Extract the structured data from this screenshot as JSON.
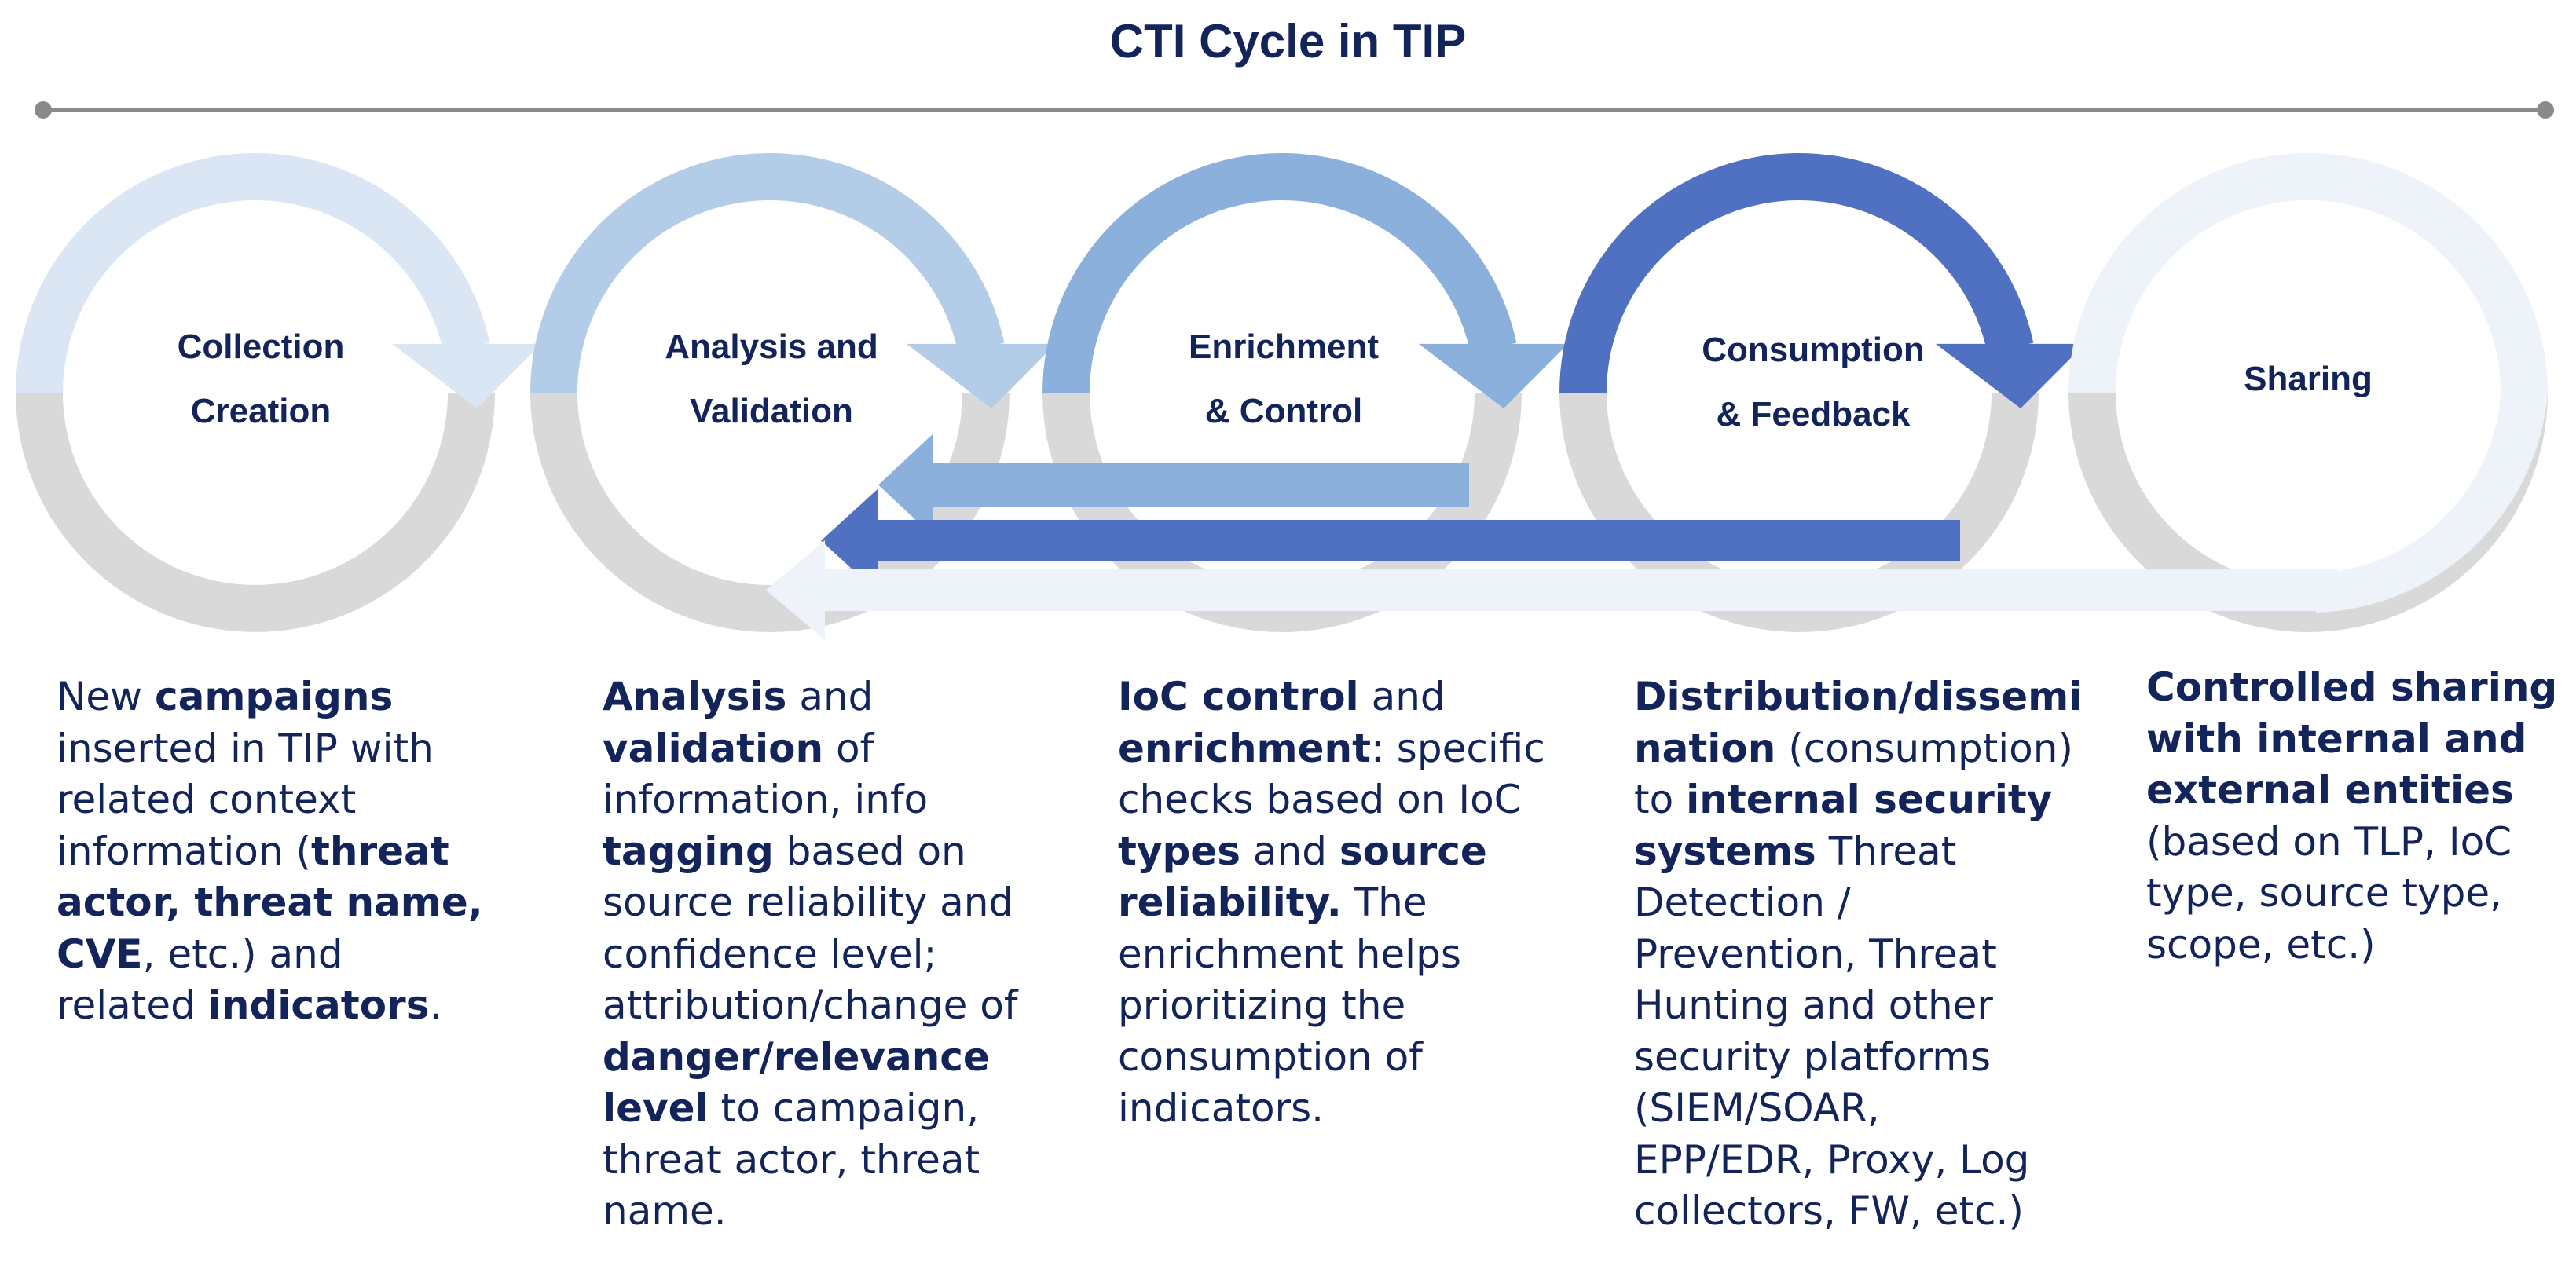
{
  "title": "CTI Cycle in TIP",
  "colors": {
    "text": "#12245a",
    "ring_back": "#d9d9d9",
    "timeline": "#8a8a8a",
    "stage1": "#dae6f4",
    "stage2": "#b3cde9",
    "stage3": "#8cb0dc",
    "stage4": "#5070c1",
    "stage5": "#eef3f9"
  },
  "stages": [
    {
      "label_line1": "Collection",
      "label_line2": "Creation"
    },
    {
      "label_line1": "Analysis and",
      "label_line2": "Validation"
    },
    {
      "label_line1": "Enrichment",
      "label_line2": "& Control"
    },
    {
      "label_line1": "Consumption",
      "label_line2": "& Feedback"
    },
    {
      "label_line1": "Sharing",
      "label_line2": ""
    }
  ],
  "feedback_arrows": [
    {
      "from": "Enrichment & Control",
      "to": "Analysis and Validation"
    },
    {
      "from": "Consumption & Feedback",
      "to": "Analysis and Validation"
    },
    {
      "from": "Sharing",
      "to": "Analysis and Validation"
    }
  ],
  "descriptions": [
    [
      [
        {
          "t": "New ",
          "b": false
        },
        {
          "t": "campaigns",
          "b": true
        }
      ],
      [
        {
          "t": "inserted in TIP with",
          "b": false
        }
      ],
      [
        {
          "t": "related context",
          "b": false
        }
      ],
      [
        {
          "t": "information (",
          "b": false
        },
        {
          "t": "threat",
          "b": true
        }
      ],
      [
        {
          "t": "actor, threat name,",
          "b": true
        }
      ],
      [
        {
          "t": "CVE",
          "b": true
        },
        {
          "t": ", etc.) and",
          "b": false
        }
      ],
      [
        {
          "t": "related ",
          "b": false
        },
        {
          "t": "indicators",
          "b": true
        },
        {
          "t": ".",
          "b": false
        }
      ]
    ],
    [
      [
        {
          "t": "Analysis",
          "b": true
        },
        {
          "t": " and",
          "b": false
        }
      ],
      [
        {
          "t": "validation",
          "b": true
        },
        {
          "t": " of",
          "b": false
        }
      ],
      [
        {
          "t": "information, info",
          "b": false
        }
      ],
      [
        {
          "t": "tagging",
          "b": true
        },
        {
          "t": " based on",
          "b": false
        }
      ],
      [
        {
          "t": "source reliability and",
          "b": false
        }
      ],
      [
        {
          "t": "confidence level;",
          "b": false
        }
      ],
      [
        {
          "t": "attribution/change of",
          "b": false
        }
      ],
      [
        {
          "t": "danger/relevance",
          "b": true
        }
      ],
      [
        {
          "t": "level",
          "b": true
        },
        {
          "t": " to campaign,",
          "b": false
        }
      ],
      [
        {
          "t": "threat actor, threat",
          "b": false
        }
      ],
      [
        {
          "t": "name.",
          "b": false
        }
      ]
    ],
    [
      [
        {
          "t": "IoC control",
          "b": true
        },
        {
          "t": " and",
          "b": false
        }
      ],
      [
        {
          "t": "enrichment",
          "b": true
        },
        {
          "t": ": specific",
          "b": false
        }
      ],
      [
        {
          "t": "checks based on IoC",
          "b": false
        }
      ],
      [
        {
          "t": "types",
          "b": true
        },
        {
          "t": " and ",
          "b": false
        },
        {
          "t": "source",
          "b": true
        }
      ],
      [
        {
          "t": "reliability.",
          "b": true
        },
        {
          "t": " The",
          "b": false
        }
      ],
      [
        {
          "t": "enrichment helps",
          "b": false
        }
      ],
      [
        {
          "t": "prioritizing the",
          "b": false
        }
      ],
      [
        {
          "t": "consumption of",
          "b": false
        }
      ],
      [
        {
          "t": "indicators.",
          "b": false
        }
      ]
    ],
    [
      [
        {
          "t": "Distribution/dissemi",
          "b": true
        }
      ],
      [
        {
          "t": "nation",
          "b": true
        },
        {
          "t": " (consumption)",
          "b": false
        }
      ],
      [
        {
          "t": "to ",
          "b": false
        },
        {
          "t": "internal security",
          "b": true
        }
      ],
      [
        {
          "t": "systems",
          "b": true
        },
        {
          "t": " Threat",
          "b": false
        }
      ],
      [
        {
          "t": "Detection /",
          "b": false
        }
      ],
      [
        {
          "t": "Prevention, Threat",
          "b": false
        }
      ],
      [
        {
          "t": "Hunting and other",
          "b": false
        }
      ],
      [
        {
          "t": "security platforms",
          "b": false
        }
      ],
      [
        {
          "t": "(SIEM/SOAR,",
          "b": false
        }
      ],
      [
        {
          "t": "EPP/EDR, Proxy, Log",
          "b": false
        }
      ],
      [
        {
          "t": "collectors, FW, etc.)",
          "b": false
        }
      ]
    ],
    [
      [
        {
          "t": "Controlled sharing",
          "b": true
        }
      ],
      [
        {
          "t": "with internal and",
          "b": true
        }
      ],
      [
        {
          "t": "external entities",
          "b": true
        }
      ],
      [
        {
          "t": "(based on TLP, IoC",
          "b": false
        }
      ],
      [
        {
          "t": "type, source type,",
          "b": false
        }
      ],
      [
        {
          "t": "scope, etc.)",
          "b": false
        }
      ]
    ]
  ]
}
